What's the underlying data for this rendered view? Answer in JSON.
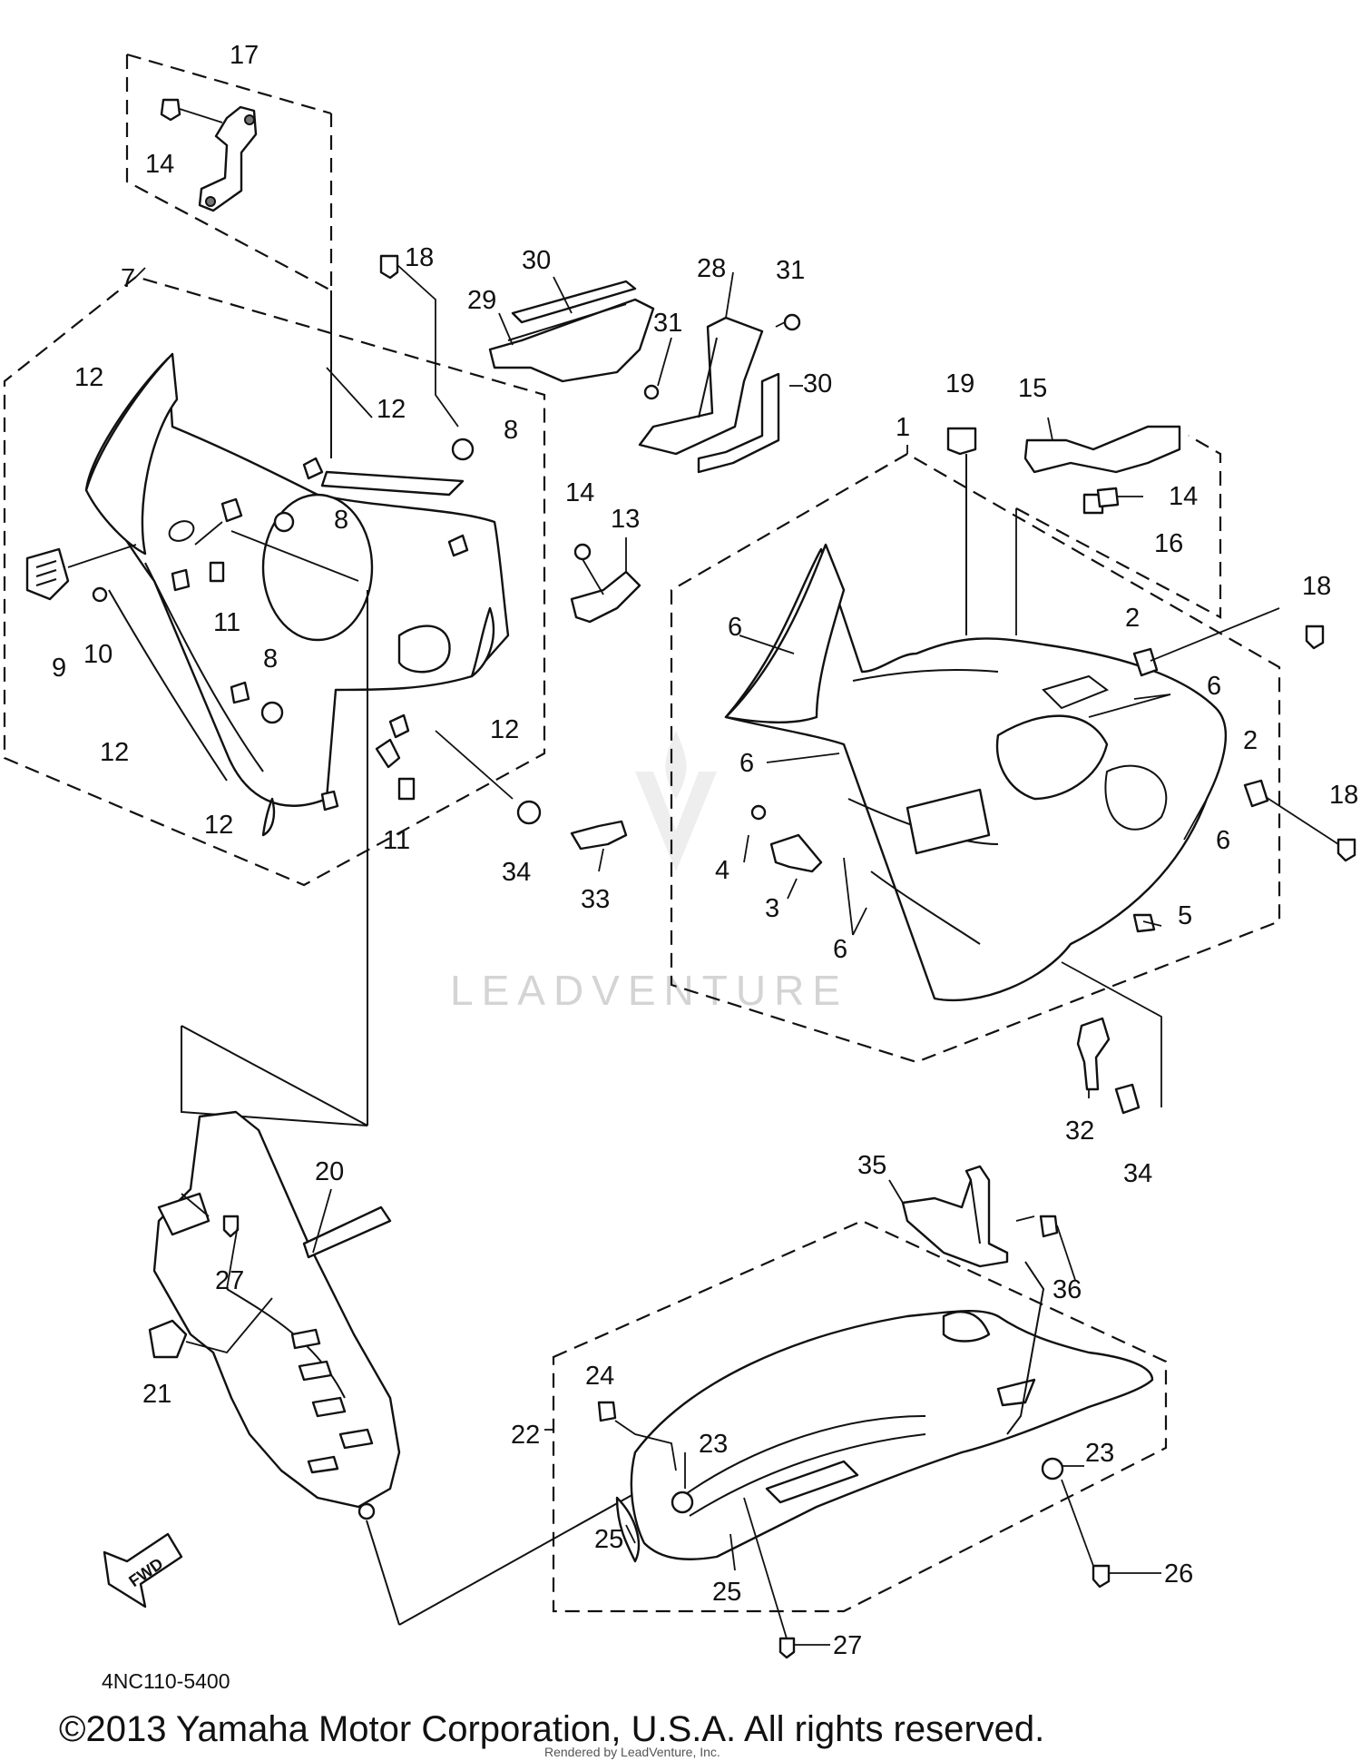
{
  "callouts": [
    {
      "label": "17"
    },
    {
      "label": "14"
    },
    {
      "label": "18"
    },
    {
      "label": "30"
    },
    {
      "label": "29"
    },
    {
      "label": "28"
    },
    {
      "label": "31"
    },
    {
      "label": "31"
    },
    {
      "label": "30"
    },
    {
      "label": "7"
    },
    {
      "label": "12"
    },
    {
      "label": "12"
    },
    {
      "label": "8"
    },
    {
      "label": "8"
    },
    {
      "label": "11"
    },
    {
      "label": "9"
    },
    {
      "label": "10"
    },
    {
      "label": "8"
    },
    {
      "label": "12"
    },
    {
      "label": "12"
    },
    {
      "label": "11"
    },
    {
      "label": "12"
    },
    {
      "label": "34"
    },
    {
      "label": "14"
    },
    {
      "label": "13"
    },
    {
      "label": "33"
    },
    {
      "label": "19"
    },
    {
      "label": "15"
    },
    {
      "label": "14"
    },
    {
      "label": "16"
    },
    {
      "label": "1"
    },
    {
      "label": "18"
    },
    {
      "label": "6"
    },
    {
      "label": "2"
    },
    {
      "label": "6"
    },
    {
      "label": "2"
    },
    {
      "label": "18"
    },
    {
      "label": "6"
    },
    {
      "label": "6"
    },
    {
      "label": "4"
    },
    {
      "label": "3"
    },
    {
      "label": "6"
    },
    {
      "label": "5"
    },
    {
      "label": "32"
    },
    {
      "label": "34"
    },
    {
      "label": "20"
    },
    {
      "label": "27"
    },
    {
      "label": "21"
    },
    {
      "label": "35"
    },
    {
      "label": "36"
    },
    {
      "label": "22"
    },
    {
      "label": "24"
    },
    {
      "label": "23"
    },
    {
      "label": "23"
    },
    {
      "label": "25"
    },
    {
      "label": "25"
    },
    {
      "label": "26"
    },
    {
      "label": "27"
    }
  ],
  "watermark": "LEADVENTURE",
  "diagram_code": "4NC110-5400",
  "copyright": "©2013 Yamaha Motor Corporation, U.S.A. All rights reserved.",
  "rendered_by": "Rendered by LeadVenture, Inc."
}
